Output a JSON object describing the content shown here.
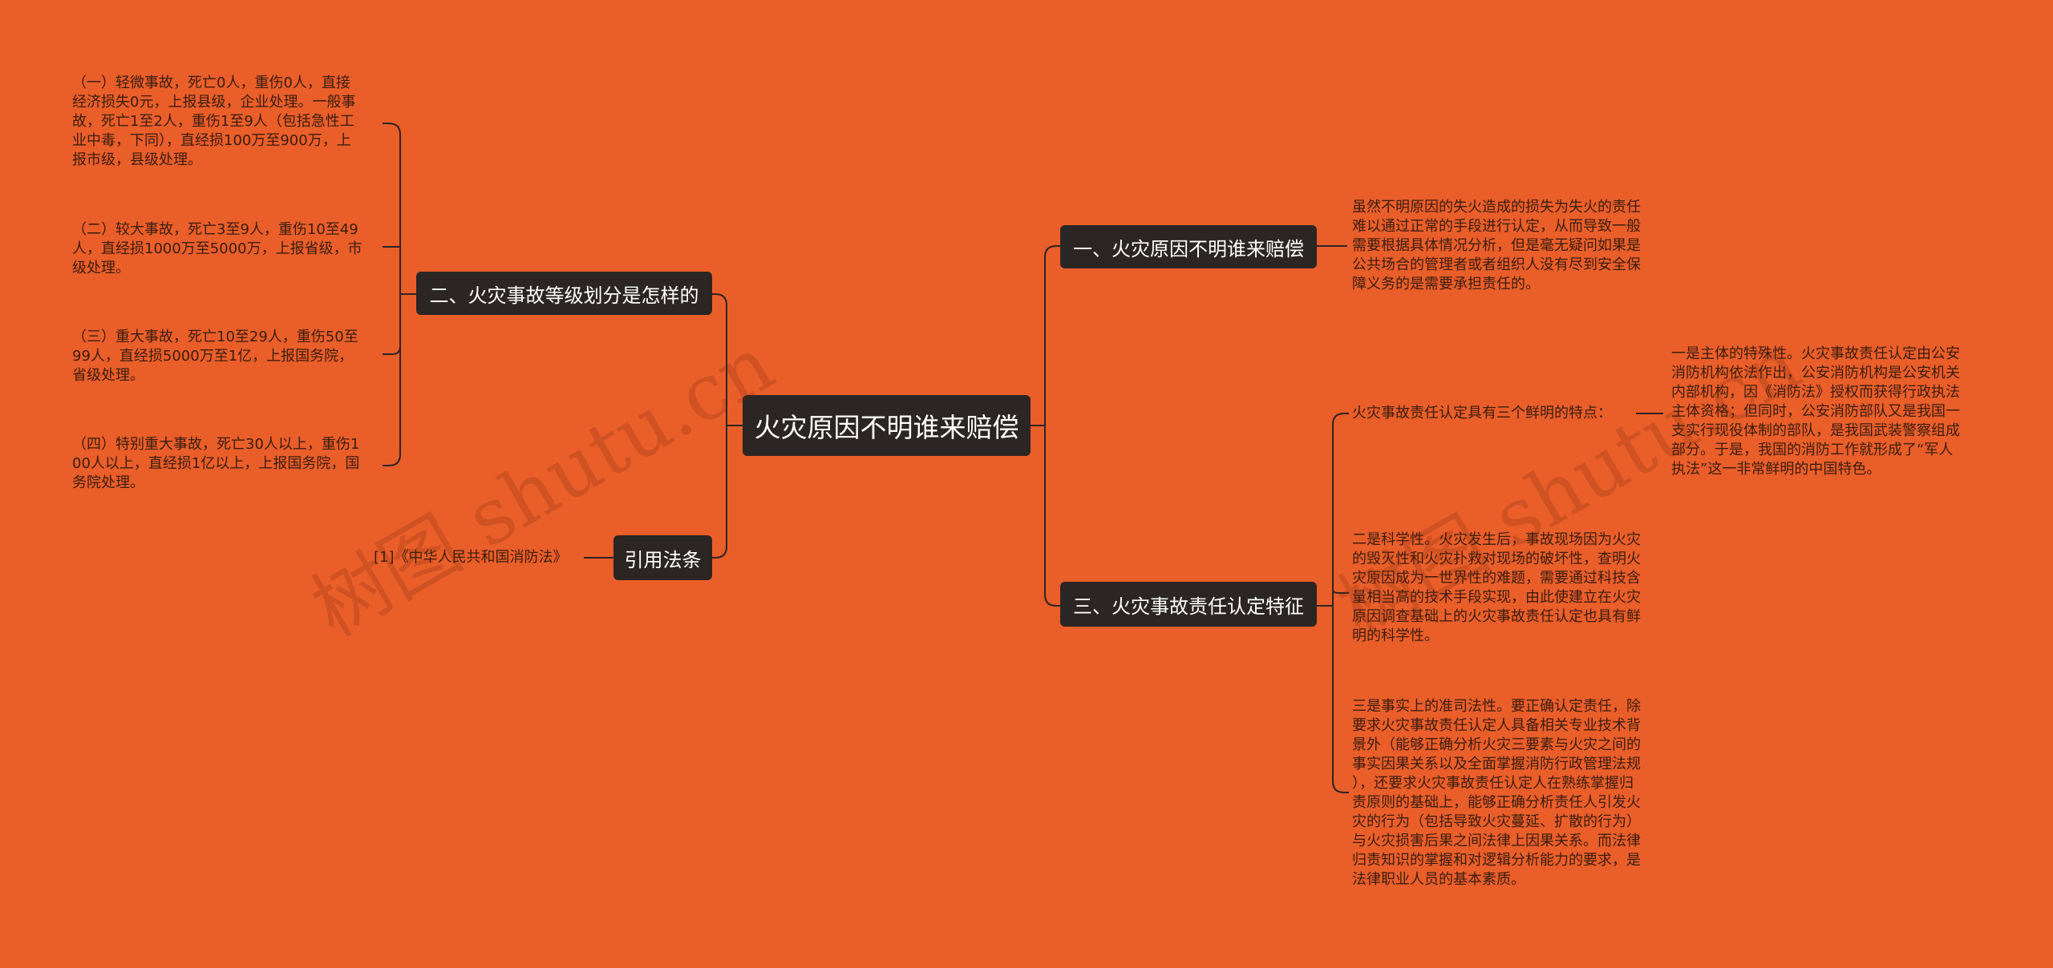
{
  "root": {
    "label": "火灾原因不明谁来赔偿"
  },
  "branches": {
    "b1": {
      "label": "一、火灾原因不明谁来赔偿"
    },
    "b2": {
      "label": "二、火灾事故等级划分是怎样的"
    },
    "b3": {
      "label": "三、火灾事故责任认定特征"
    },
    "b4": {
      "label": "引用法条"
    }
  },
  "leaves": {
    "l1_1": "虽然不明原因的失火造成的损失为失火的责任\n难以通过正常的手段进行认定，从而导致一般\n需要根据具体情况分析，但是毫无疑问如果是\n公共场合的管理者或者组织人没有尽到安全保\n障义务的是需要承担责任的。",
    "l2_1": "（一）轻微事故，死亡0人，重伤0人，直接\n经济损失0元，上报县级，企业处理。一般事\n故，死亡1至2人，重伤1至9人（包括急性工\n业中毒，下同），直经损100万至900万，上\n报市级，县级处理。",
    "l2_2": "（二）较大事故，死亡3至9人，重伤10至49\n人，直经损1000万至5000万，上报省级，市\n级处理。",
    "l2_3": "（三）重大事故，死亡10至29人，重伤50至\n99人，直经损5000万至1亿，上报国务院，\n省级处理。",
    "l2_4": "（四）特别重大事故，死亡30人以上，重伤1\n00人以上，直经损1亿以上，上报国务院，国\n务院处理。",
    "l3_1": "火灾事故责任认定具有三个鲜明的特点：",
    "l3_1_1": "一是主体的特殊性。火灾事故责任认定由公安\n消防机构依法作出，公安消防机构是公安机关\n内部机构，因《消防法》授权而获得行政执法\n主体资格；但同时，公安消防部队又是我国一\n支实行现役体制的部队，是我国武装警察组成\n部分。于是，我国的消防工作就形成了“军人\n执法”这一非常鲜明的中国特色。",
    "l3_2": "二是科学性。火灾发生后，事故现场因为火灾\n的毁灭性和火灾扑救对现场的破坏性，查明火\n灾原因成为一世界性的难题，需要通过科技含\n量相当高的技术手段实现，由此使建立在火灾\n原因调查基础上的火灾事故责任认定也具有鲜\n明的科学性。",
    "l3_3": "三是事实上的准司法性。要正确认定责任，除\n要求火灾事故责任认定人具备相关专业技术背\n景外（能够正确分析火灾三要素与火灾之间的\n事实因果关系以及全面掌握消防行政管理法规\n），还要求火灾事故责任认定人在熟练掌握归\n责原则的基础上，能够正确分析责任人引发火\n灾的行为（包括导致火灾蔓延、扩散的行为）\n与火灾损害后果之间法律上因果关系。而法律\n归责知识的掌握和对逻辑分析能力的要求，是\n法律职业人员的基本素质。",
    "l4_1": "[1]《中华人民共和国消防法》"
  },
  "watermarks": [
    "树图 shutu.cn",
    "树图 shutu.cn"
  ],
  "colors": {
    "background": "#ea5e2a",
    "node": "#2b2523",
    "line": "#2b2523",
    "leaf_text": "#3a1d0f"
  }
}
